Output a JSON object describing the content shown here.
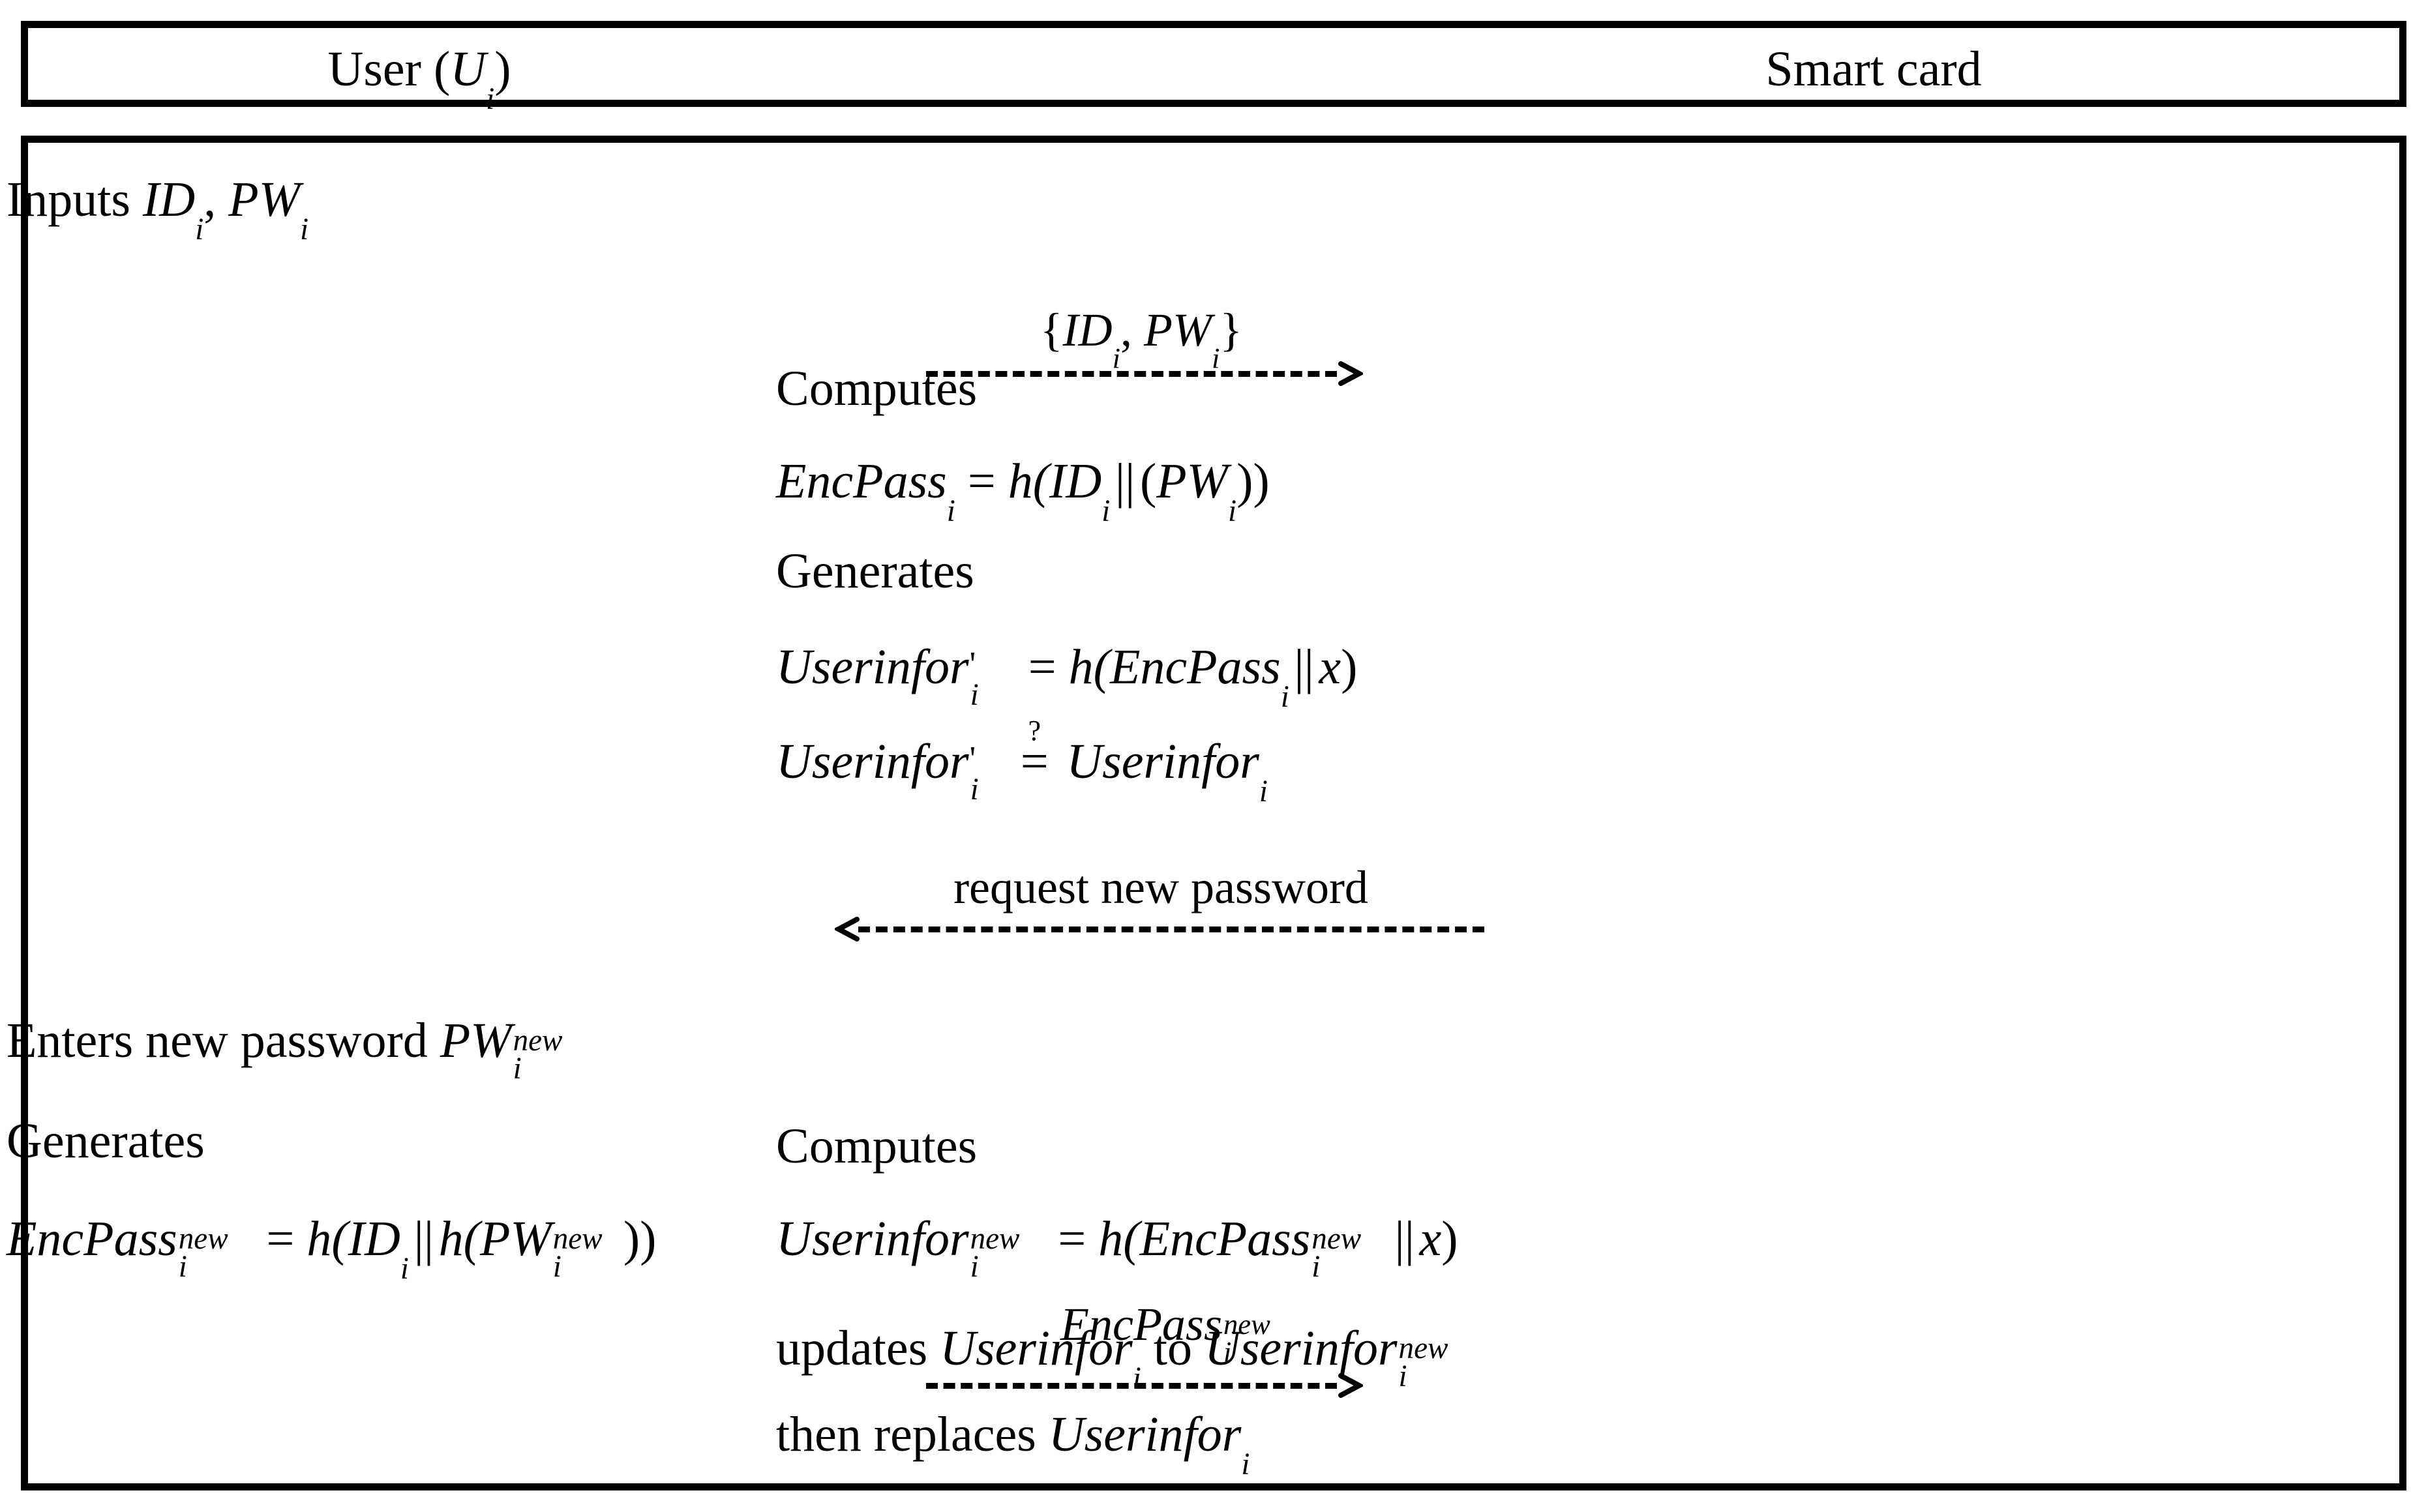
{
  "header": {
    "left_title_text": "User (",
    "left_title_var": "U",
    "left_title_sub": "i",
    "left_title_close": ")",
    "right_title": "Smart card"
  },
  "user_column": {
    "inputs_label": "Inputs ",
    "inputs_id": "ID",
    "inputs_id_sub": "i",
    "inputs_sep": ", ",
    "inputs_pw": "PW",
    "inputs_pw_sub": "i",
    "enters_label": "Enters new password ",
    "enters_pw": "PW",
    "enters_pw_sub": "i",
    "enters_pw_sup": "new",
    "generates_label": "Generates",
    "encpass_lhs": "EncPass",
    "encpass_lhs_sub": "i",
    "encpass_lhs_sup": "new",
    "encpass_eq": " = ",
    "encpass_h": "h(",
    "encpass_id": "ID",
    "encpass_id_sub": "i",
    "encpass_bar": "||",
    "encpass_h2": "h(",
    "encpass_pw": "PW",
    "encpass_pw_sub": "i",
    "encpass_pw_sup": "new",
    "encpass_close": "))"
  },
  "card_column": {
    "computes_label_1": "Computes",
    "encpass_lhs": "EncPass",
    "encpass_lhs_sub": "i",
    "encpass_eq": " = ",
    "encpass_h": "h(",
    "encpass_id": "ID",
    "encpass_id_sub": "i",
    "encpass_bar": "||",
    "encpass_open": "(",
    "encpass_pw": "PW",
    "encpass_pw_sub": "i",
    "encpass_close": "))",
    "generates_label": "Generates",
    "userinfor_lhs": "Userinfor",
    "userinfor_lhs_prime": "'",
    "userinfor_lhs_sub": "i",
    "userinfor_eq": " = ",
    "userinfor_h": "h(",
    "userinfor_encpass": "EncPass",
    "userinfor_encpass_sub": "i",
    "userinfor_bar": "||",
    "userinfor_x": "x",
    "userinfor_close": ")",
    "verify_lhs": "Userinfor",
    "verify_lhs_prime": "'",
    "verify_lhs_sub": "i",
    "verify_q": "?",
    "verify_eq": "=",
    "verify_rhs": "Userinfor",
    "verify_rhs_sub": "i",
    "computes_label_2": "Computes",
    "new_userinfor_lhs": "Userinfor",
    "new_userinfor_lhs_sub": "i",
    "new_userinfor_lhs_sup": "new",
    "new_userinfor_eq": " = ",
    "new_userinfor_h": "h(",
    "new_userinfor_encpass": "EncPass",
    "new_userinfor_encpass_sub": "i",
    "new_userinfor_encpass_sup": "new",
    "new_userinfor_bar": "||",
    "new_userinfor_x": "x",
    "new_userinfor_close": ")",
    "updates_pre": "updates ",
    "updates_old": "Userinfor",
    "updates_old_sub": "i",
    "updates_mid": " to ",
    "updates_new": "Userinfor",
    "updates_new_sub": "i",
    "updates_new_sup": "new",
    "replaces_pre": "then replaces ",
    "replaces_var": "Userinfor",
    "replaces_var_sub": "i"
  },
  "messages": [
    {
      "name": "msg-id-pw",
      "direction": "right",
      "label_open": "{",
      "label_id": "ID",
      "label_id_sub": "i",
      "label_sep": ", ",
      "label_pw": "PW",
      "label_pw_sub": "i",
      "label_close": "}"
    },
    {
      "name": "msg-request-new-password",
      "direction": "left",
      "label": "request new password"
    },
    {
      "name": "msg-encpass-new",
      "direction": "right",
      "label_base": "EncPass",
      "label_sub": "i",
      "label_sup": "new"
    }
  ],
  "style": {
    "ink": "#000000",
    "paper": "#ffffff"
  }
}
